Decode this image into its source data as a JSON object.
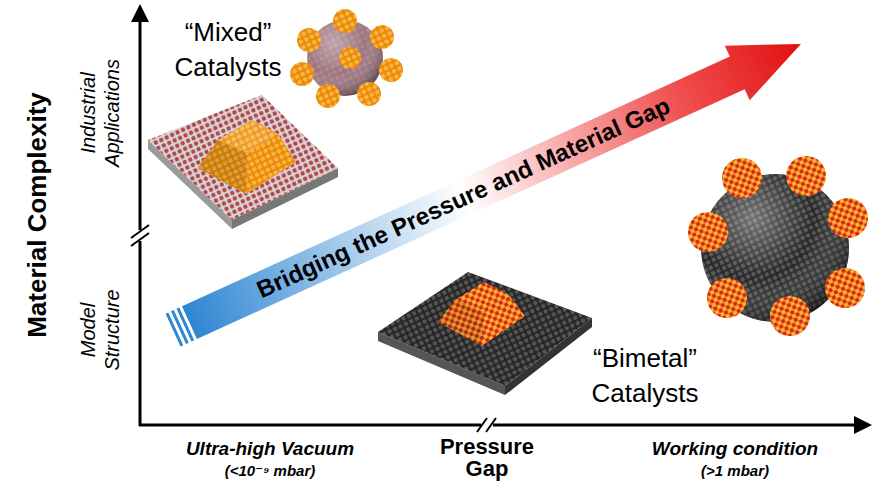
{
  "diagram": {
    "nodes": [
      {
        "text": [
          "Bridging the Pressure and Material Gap"
        ]
      }
    ],
    "labels": [
      "Material Complexity",
      "Industrial Applications",
      "Model Structure",
      "“Mixed” Catalysts",
      "“Bimetal” Catalysts",
      "Ultra-high Vacuum",
      "(<10⁻⁹ mbar)",
      "Pressure Gap",
      "Working condition",
      "(>1 mbar)"
    ]
  }
}
